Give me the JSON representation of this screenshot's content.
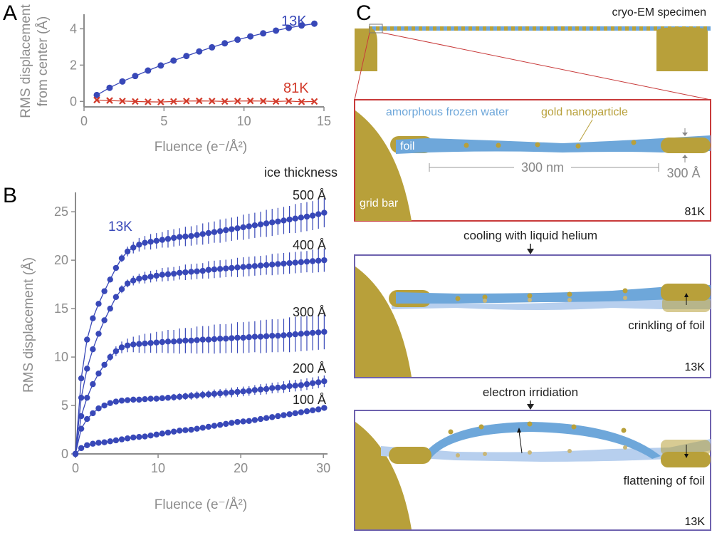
{
  "panels": {
    "a": "A",
    "b": "B",
    "c": "C"
  },
  "colors": {
    "blue_series": "#3848b8",
    "red_series": "#d23a2a",
    "axis": "#8c8c8c",
    "gold": "#b8a03a",
    "water": "#6ea7da",
    "water_light": "#b7cfee",
    "red_box": "#c83a3a",
    "blue_box": "#6e62ae"
  },
  "chart_data": [
    {
      "id": "A",
      "type": "line",
      "title": "",
      "xlabel": "Fluence (e⁻/Å²)",
      "ylabel_lines": [
        "RMS displacement",
        "from center (Å)"
      ],
      "xlim": [
        0,
        15
      ],
      "ylim": [
        -0.3,
        4.8
      ],
      "xticks": [
        0,
        5,
        10,
        15
      ],
      "yticks": [
        0,
        2,
        4
      ],
      "grid": false,
      "series": [
        {
          "name": "13K",
          "marker": "circle",
          "x": [
            0.8,
            1.6,
            2.4,
            3.2,
            4.0,
            4.8,
            5.6,
            6.4,
            7.2,
            8.0,
            8.8,
            9.6,
            10.4,
            11.2,
            12.0,
            12.8,
            13.6,
            14.4
          ],
          "y": [
            0.35,
            0.75,
            1.1,
            1.4,
            1.7,
            1.98,
            2.25,
            2.5,
            2.75,
            2.98,
            3.2,
            3.4,
            3.58,
            3.75,
            3.9,
            4.05,
            4.18,
            4.28
          ]
        },
        {
          "name": "81K",
          "marker": "cross",
          "x": [
            0.8,
            1.6,
            2.4,
            3.2,
            4.0,
            4.8,
            5.6,
            6.4,
            7.2,
            8.0,
            8.8,
            9.6,
            10.4,
            11.2,
            12.0,
            12.8,
            13.6,
            14.4
          ],
          "y": [
            0.08,
            0.05,
            0.02,
            0.0,
            -0.02,
            -0.03,
            0.0,
            0.02,
            0.03,
            0.02,
            0.0,
            0.02,
            0.03,
            0.02,
            0.0,
            0.02,
            -0.02,
            0.0
          ]
        }
      ]
    },
    {
      "id": "B",
      "type": "line",
      "title": "",
      "xlabel": "Fluence (e⁻/Å²)",
      "ylabel": "RMS displacement (Å)",
      "xlim": [
        0,
        30.5
      ],
      "ylim": [
        0,
        27
      ],
      "xticks": [
        0,
        10,
        20,
        30
      ],
      "yticks": [
        0,
        5,
        10,
        15,
        20,
        25
      ],
      "grid": false,
      "legend_title": "ice thickness",
      "temperature_label": "13K",
      "series": [
        {
          "name": "500 Å",
          "x": [
            0,
            0.7,
            1.4,
            2.1,
            2.8,
            3.5,
            4.2,
            4.9,
            5.6,
            6.3,
            7.0,
            7.7,
            8.4,
            9.1,
            9.8,
            10.5,
            11.2,
            11.9,
            12.6,
            13.3,
            14.0,
            14.7,
            15.4,
            16.1,
            16.8,
            17.5,
            18.2,
            18.9,
            19.6,
            20.3,
            21.0,
            21.7,
            22.4,
            23.1,
            23.8,
            24.5,
            25.2,
            25.9,
            26.6,
            27.3,
            28.0,
            28.7,
            29.4,
            30.1
          ],
          "y": [
            0,
            7.8,
            11.8,
            14.0,
            15.5,
            16.8,
            18.0,
            19.2,
            20.2,
            20.9,
            21.3,
            21.6,
            21.8,
            21.9,
            22.0,
            22.1,
            22.2,
            22.3,
            22.4,
            22.45,
            22.5,
            22.6,
            22.7,
            22.8,
            22.9,
            23.0,
            23.1,
            23.2,
            23.3,
            23.4,
            23.5,
            23.6,
            23.7,
            23.8,
            23.9,
            24.0,
            24.1,
            24.2,
            24.3,
            24.4,
            24.5,
            24.6,
            24.75,
            24.9
          ],
          "err": [
            0,
            0.1,
            0.1,
            0.1,
            0.2,
            0.2,
            0.3,
            0.3,
            0.4,
            0.5,
            0.6,
            0.7,
            0.7,
            0.8,
            0.8,
            0.8,
            0.9,
            0.9,
            0.9,
            1.0,
            1.0,
            1.0,
            1.1,
            1.1,
            1.1,
            1.2,
            1.2,
            1.2,
            1.2,
            1.3,
            1.3,
            1.3,
            1.3,
            1.4,
            1.4,
            1.4,
            1.4,
            1.4,
            1.5,
            1.5,
            1.5,
            1.5,
            1.5,
            1.5
          ]
        },
        {
          "name": "400 Å",
          "x": [
            0,
            0.7,
            1.4,
            2.1,
            2.8,
            3.5,
            4.2,
            4.9,
            5.6,
            6.3,
            7.0,
            7.7,
            8.4,
            9.1,
            9.8,
            10.5,
            11.2,
            11.9,
            12.6,
            13.3,
            14.0,
            14.7,
            15.4,
            16.1,
            16.8,
            17.5,
            18.2,
            18.9,
            19.6,
            20.3,
            21.0,
            21.7,
            22.4,
            23.1,
            23.8,
            24.5,
            25.2,
            25.9,
            26.6,
            27.3,
            28.0,
            28.7,
            29.4,
            30.1
          ],
          "y": [
            0,
            5.8,
            8.8,
            10.8,
            12.4,
            13.8,
            15.0,
            16.2,
            17.0,
            17.6,
            17.9,
            18.1,
            18.2,
            18.3,
            18.4,
            18.5,
            18.55,
            18.6,
            18.7,
            18.75,
            18.8,
            18.85,
            18.9,
            19.0,
            19.05,
            19.1,
            19.15,
            19.2,
            19.25,
            19.3,
            19.35,
            19.4,
            19.45,
            19.5,
            19.55,
            19.6,
            19.65,
            19.7,
            19.75,
            19.8,
            19.85,
            19.9,
            19.95,
            20.0
          ],
          "err": [
            0,
            0.1,
            0.1,
            0.1,
            0.2,
            0.2,
            0.3,
            0.3,
            0.4,
            0.4,
            0.5,
            0.5,
            0.6,
            0.6,
            0.6,
            0.7,
            0.7,
            0.7,
            0.7,
            0.8,
            0.8,
            0.8,
            0.8,
            0.9,
            0.9,
            0.9,
            0.9,
            0.9,
            1.0,
            1.0,
            1.0,
            1.0,
            1.0,
            1.0,
            1.1,
            1.1,
            1.1,
            1.1,
            1.1,
            1.1,
            1.1,
            1.2,
            1.2,
            1.2
          ]
        },
        {
          "name": "300 Å",
          "x": [
            0,
            0.7,
            1.4,
            2.1,
            2.8,
            3.5,
            4.2,
            4.9,
            5.6,
            6.3,
            7.0,
            7.7,
            8.4,
            9.1,
            9.8,
            10.5,
            11.2,
            11.9,
            12.6,
            13.3,
            14.0,
            14.7,
            15.4,
            16.1,
            16.8,
            17.5,
            18.2,
            18.9,
            19.6,
            20.3,
            21.0,
            21.7,
            22.4,
            23.1,
            23.8,
            24.5,
            25.2,
            25.9,
            26.6,
            27.3,
            28.0,
            28.7,
            29.4,
            30.1
          ],
          "y": [
            0,
            3.9,
            5.8,
            7.2,
            8.3,
            9.2,
            10.0,
            10.6,
            11.0,
            11.2,
            11.3,
            11.35,
            11.4,
            11.45,
            11.5,
            11.55,
            11.6,
            11.6,
            11.65,
            11.7,
            11.7,
            11.75,
            11.8,
            11.8,
            11.85,
            11.9,
            11.9,
            11.95,
            12.0,
            12.0,
            12.05,
            12.1,
            12.1,
            12.15,
            12.2,
            12.2,
            12.25,
            12.3,
            12.35,
            12.4,
            12.45,
            12.5,
            12.55,
            12.6
          ],
          "err": [
            0,
            0.1,
            0.1,
            0.2,
            0.2,
            0.3,
            0.4,
            0.5,
            0.6,
            0.7,
            0.8,
            0.9,
            1.0,
            1.0,
            1.1,
            1.1,
            1.2,
            1.2,
            1.3,
            1.3,
            1.3,
            1.4,
            1.4,
            1.4,
            1.5,
            1.5,
            1.5,
            1.5,
            1.6,
            1.6,
            1.6,
            1.6,
            1.7,
            1.7,
            1.7,
            1.7,
            1.7,
            1.8,
            1.8,
            1.8,
            1.8,
            1.8,
            1.8,
            1.8
          ]
        },
        {
          "name": "200 Å",
          "x": [
            0,
            0.7,
            1.4,
            2.1,
            2.8,
            3.5,
            4.2,
            4.9,
            5.6,
            6.3,
            7.0,
            7.7,
            8.4,
            9.1,
            9.8,
            10.5,
            11.2,
            11.9,
            12.6,
            13.3,
            14.0,
            14.7,
            15.4,
            16.1,
            16.8,
            17.5,
            18.2,
            18.9,
            19.6,
            20.3,
            21.0,
            21.7,
            22.4,
            23.1,
            23.8,
            24.5,
            25.2,
            25.9,
            26.6,
            27.3,
            28.0,
            28.7,
            29.4,
            30.1
          ],
          "y": [
            0,
            2.6,
            3.6,
            4.2,
            4.7,
            5.0,
            5.25,
            5.4,
            5.5,
            5.55,
            5.6,
            5.6,
            5.65,
            5.7,
            5.7,
            5.75,
            5.8,
            5.85,
            5.9,
            5.95,
            6.0,
            6.05,
            6.1,
            6.15,
            6.2,
            6.25,
            6.3,
            6.35,
            6.4,
            6.45,
            6.5,
            6.6,
            6.65,
            6.7,
            6.8,
            6.85,
            6.9,
            7.0,
            7.05,
            7.1,
            7.2,
            7.3,
            7.4,
            7.5
          ],
          "err": [
            0,
            0.1,
            0.1,
            0.1,
            0.1,
            0.1,
            0.15,
            0.15,
            0.2,
            0.2,
            0.2,
            0.25,
            0.25,
            0.3,
            0.3,
            0.3,
            0.3,
            0.35,
            0.35,
            0.35,
            0.4,
            0.4,
            0.4,
            0.4,
            0.45,
            0.45,
            0.45,
            0.5,
            0.5,
            0.5,
            0.5,
            0.5,
            0.55,
            0.55,
            0.55,
            0.55,
            0.6,
            0.6,
            0.6,
            0.6,
            0.6,
            0.6,
            0.6,
            0.6
          ]
        },
        {
          "name": "100 Å",
          "x": [
            0,
            0.7,
            1.4,
            2.1,
            2.8,
            3.5,
            4.2,
            4.9,
            5.6,
            6.3,
            7.0,
            7.7,
            8.4,
            9.1,
            9.8,
            10.5,
            11.2,
            11.9,
            12.6,
            13.3,
            14.0,
            14.7,
            15.4,
            16.1,
            16.8,
            17.5,
            18.2,
            18.9,
            19.6,
            20.3,
            21.0,
            21.7,
            22.4,
            23.1,
            23.8,
            24.5,
            25.2,
            25.9,
            26.6,
            27.3,
            28.0,
            28.7,
            29.4,
            30.1
          ],
          "y": [
            0,
            0.6,
            0.9,
            1.05,
            1.15,
            1.2,
            1.3,
            1.4,
            1.5,
            1.6,
            1.7,
            1.75,
            1.8,
            1.9,
            2.0,
            2.1,
            2.2,
            2.3,
            2.4,
            2.45,
            2.5,
            2.6,
            2.7,
            2.8,
            2.9,
            3.0,
            3.1,
            3.2,
            3.3,
            3.35,
            3.4,
            3.5,
            3.6,
            3.7,
            3.8,
            3.9,
            4.0,
            4.1,
            4.2,
            4.3,
            4.4,
            4.5,
            4.6,
            4.75
          ],
          "err": [
            0,
            0.05,
            0.05,
            0.05,
            0.05,
            0.05,
            0.05,
            0.05,
            0.05,
            0.05,
            0.05,
            0.05,
            0.05,
            0.05,
            0.05,
            0.05,
            0.05,
            0.05,
            0.05,
            0.05,
            0.05,
            0.05,
            0.05,
            0.05,
            0.05,
            0.05,
            0.05,
            0.05,
            0.05,
            0.05,
            0.05,
            0.05,
            0.05,
            0.05,
            0.05,
            0.05,
            0.05,
            0.05,
            0.05,
            0.05,
            0.05,
            0.05,
            0.05,
            0.05
          ]
        }
      ]
    }
  ],
  "schematic": {
    "specimen_label": "cryo-EM specimen",
    "water_label": "amorphous frozen water",
    "nanoparticle_label": "gold nanoparticle",
    "foil_label": "foil",
    "grid_bar_label": "grid bar",
    "width_label": "300 nm",
    "thickness_label": "300 Å",
    "box1_temp": "81K",
    "step1_label": "cooling with liquid helium",
    "box2_note": "crinkling of foil",
    "box2_temp": "13K",
    "step2_label": "electron irridiation",
    "box3_note": "flattening of foil",
    "box3_temp": "13K"
  }
}
